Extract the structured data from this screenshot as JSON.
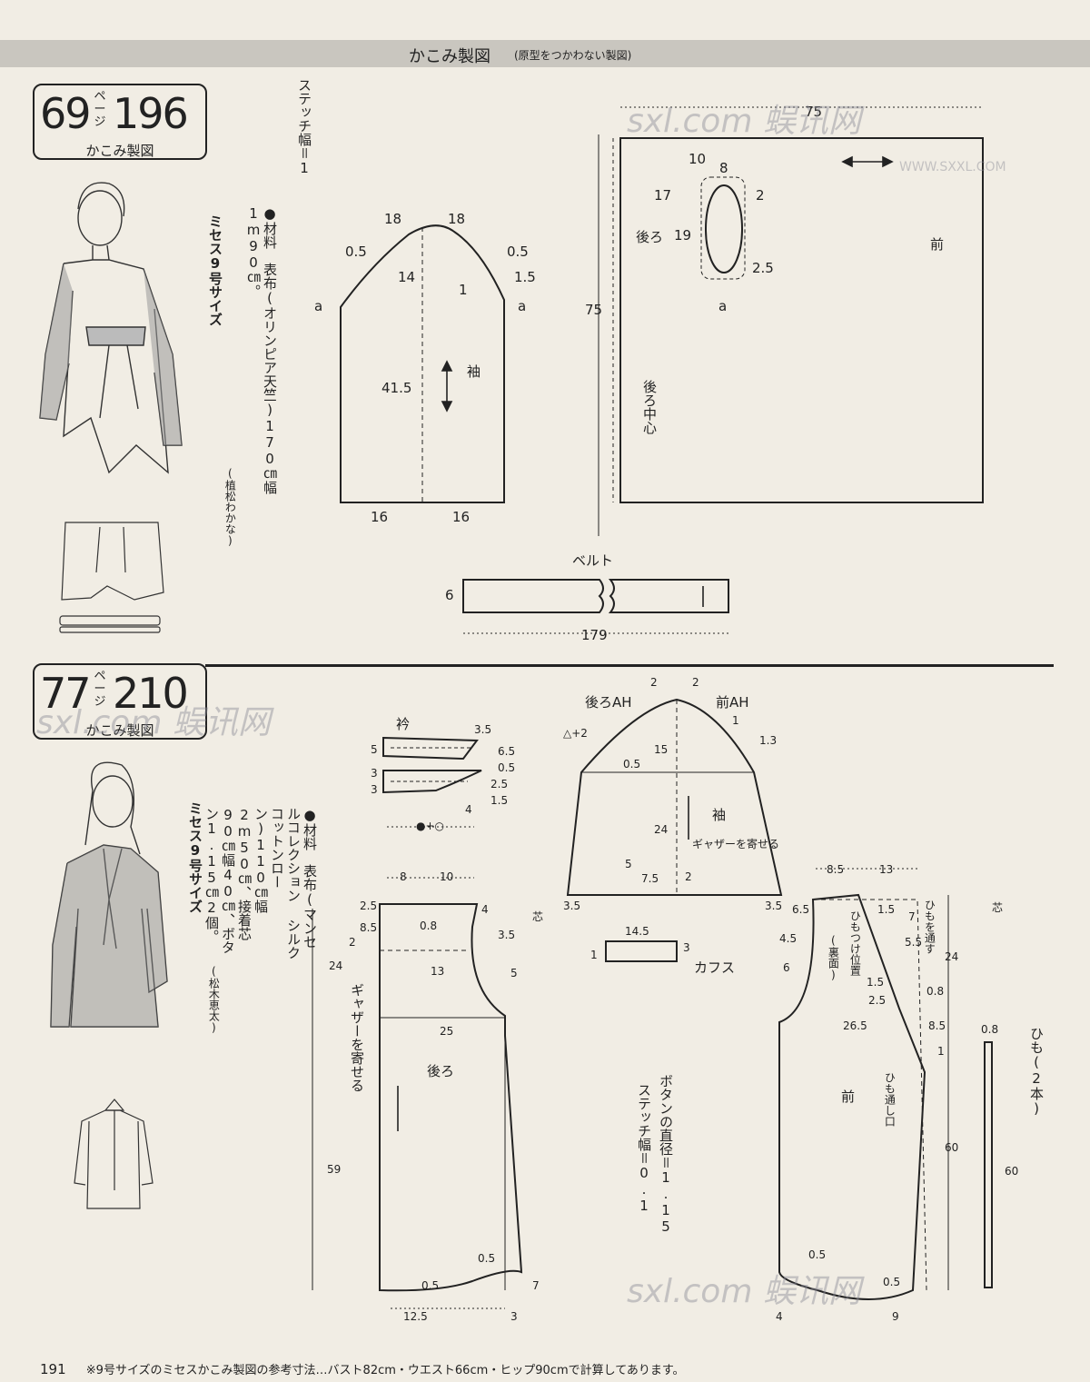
{
  "header": {
    "title": "かこみ製図",
    "subtitle": "(原型をつかわない製図)"
  },
  "section1": {
    "tag": {
      "page": "69",
      "page_unit": "ページ",
      "number": "196",
      "caption": "かこみ製図"
    },
    "size": "ミセス9号サイズ",
    "materials": "●材料　表布(オリンピア天竺)170㎝幅1m90㎝。",
    "author": "(植松わかな)",
    "stitch": "ステッチ幅＝1",
    "labels": {
      "sleeve": "袖",
      "back": "後ろ",
      "front": "前",
      "back_center": "後ろ中心",
      "belt": "ベルト",
      "a": "a",
      "d18a": "18",
      "d18b": "18",
      "d05a": "0.5",
      "d05b": "0.5",
      "d14": "14",
      "d1": "1",
      "d15": "1.5",
      "d415": "41.5",
      "d16a": "16",
      "d16b": "16",
      "d75w": "75",
      "d75h": "75",
      "d10": "10",
      "d8": "8",
      "d17": "17",
      "d2": "2",
      "d19": "19",
      "d25": "2.5",
      "d6": "6",
      "d179": "179"
    }
  },
  "section2": {
    "tag": {
      "page": "77",
      "page_unit": "ページ",
      "number": "210",
      "caption": "かこみ製図"
    },
    "size": "ミセス9号サイズ",
    "materials": "●材料　表布(マンセルコレクション シルクコットンローン)110㎝幅2m50㎝、接着芯90㎝幅40㎝、ボタン1.15㎝2個。",
    "author": "(松木恵太)",
    "button_note": "ボタンの直径＝1.15",
    "stitch_note": "ステッチ幅＝0.1",
    "labels": {
      "collar": "衿",
      "back": "後ろ",
      "front": "前",
      "sleeve": "袖",
      "cuffs": "カフス",
      "gather_back": "ギャザーを寄せる",
      "gather_sleeve": "ギャザーを寄せる",
      "back_ah": "後ろAH",
      "front_ah": "前AH",
      "string": "ひも(2本)",
      "string_pass": "ひもを通す",
      "string_attach": "ひもつけ位置",
      "ura": "(裏面)",
      "string_hole": "ひも通し口",
      "shin": "芯",
      "c35": "3.5",
      "c65": "6.5",
      "c05": "0.5",
      "c25": "2.5",
      "c15": "1.5",
      "c4": "4",
      "c3a": "3",
      "c3b": "3",
      "c5": "5",
      "dot_o": "●+○",
      "b8": "8",
      "b10": "10",
      "b25": "2.5",
      "b85": "8.5",
      "b2": "2",
      "b08": "0.8",
      "b24": "24",
      "b13": "13",
      "b35": "3.5",
      "b5": "5",
      "b25w": "25",
      "b59": "59",
      "b05a": "0.5",
      "b05b": "0.5",
      "b125": "12.5",
      "b3": "3",
      "b7": "7",
      "b4": "4",
      "s2a": "2",
      "s2b": "2",
      "s_tri": "△+2",
      "s05": "0.5",
      "s15": "15",
      "s1": "1",
      "s13": "1.3",
      "s24": "24",
      "s5": "5",
      "s75": "7.5",
      "s2c": "2",
      "s35a": "3.5",
      "s35b": "3.5",
      "cf145": "14.5",
      "cf3": "3",
      "cf1": "1",
      "f85": "8.5",
      "f13": "13",
      "f65": "6.5",
      "f45": "4.5",
      "f6": "6",
      "f15a": "1.5",
      "f7": "7",
      "f55": "5.5",
      "f24": "24",
      "f15b": "1.5",
      "f25": "2.5",
      "f08": "0.8",
      "f265": "26.5",
      "f85b": "8.5",
      "f1": "1",
      "f60": "60",
      "f05a": "0.5",
      "f05b": "0.5",
      "f4": "4",
      "f9": "9",
      "st08": "0.8",
      "st60": "60"
    }
  },
  "footer": {
    "page_number": "191",
    "note": "※9号サイズのミセスかこみ製図の参考寸法…バスト82cm・ウエスト66cm・ヒップ90cmで計算してあります。"
  },
  "watermarks": {
    "brand_top": "sxl.com 蜈讯网",
    "url_top": "WWW.SXXL.COM",
    "brand_mid": "sxl.com 蜈讯网",
    "brand_bottom": "sxl.com 蜈讯网"
  }
}
